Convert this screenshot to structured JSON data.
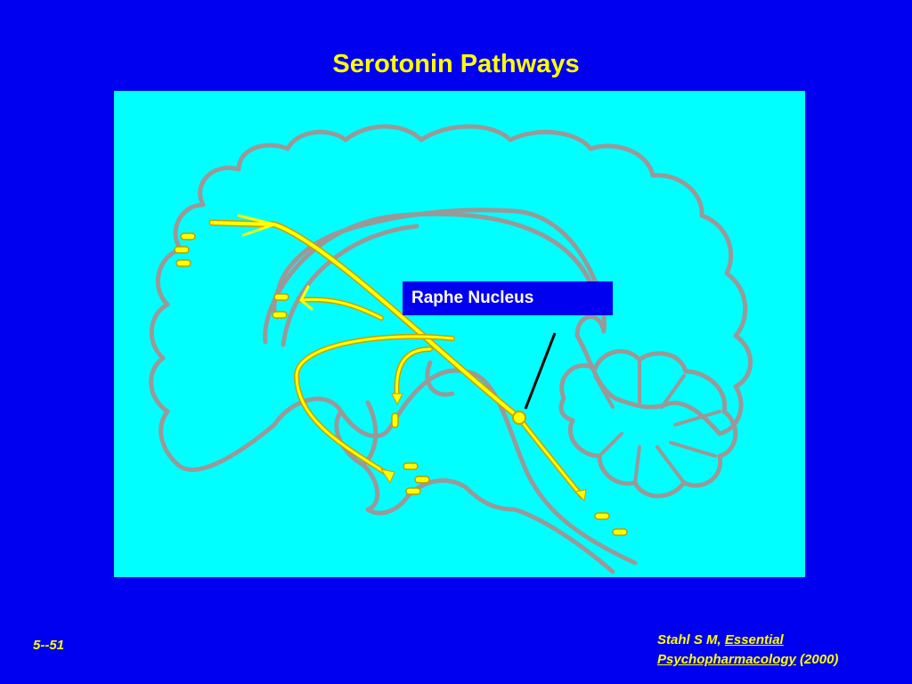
{
  "slide": {
    "title": "Serotonin Pathways",
    "number": "5--51"
  },
  "diagram": {
    "callout_label": "Raphe Nucleus",
    "colors": {
      "background": "#0000f0",
      "panel": "#00ffff",
      "brain_outline": "#999999",
      "pathway": "#ffff00",
      "pathway_edge": "#c8a000",
      "accent_text": "#ffff00"
    }
  },
  "citation": {
    "author": "Stahl S M, ",
    "book_title_line1": "Essential",
    "book_title_line2": "Psychopharmacology",
    "year": " (2000)"
  }
}
